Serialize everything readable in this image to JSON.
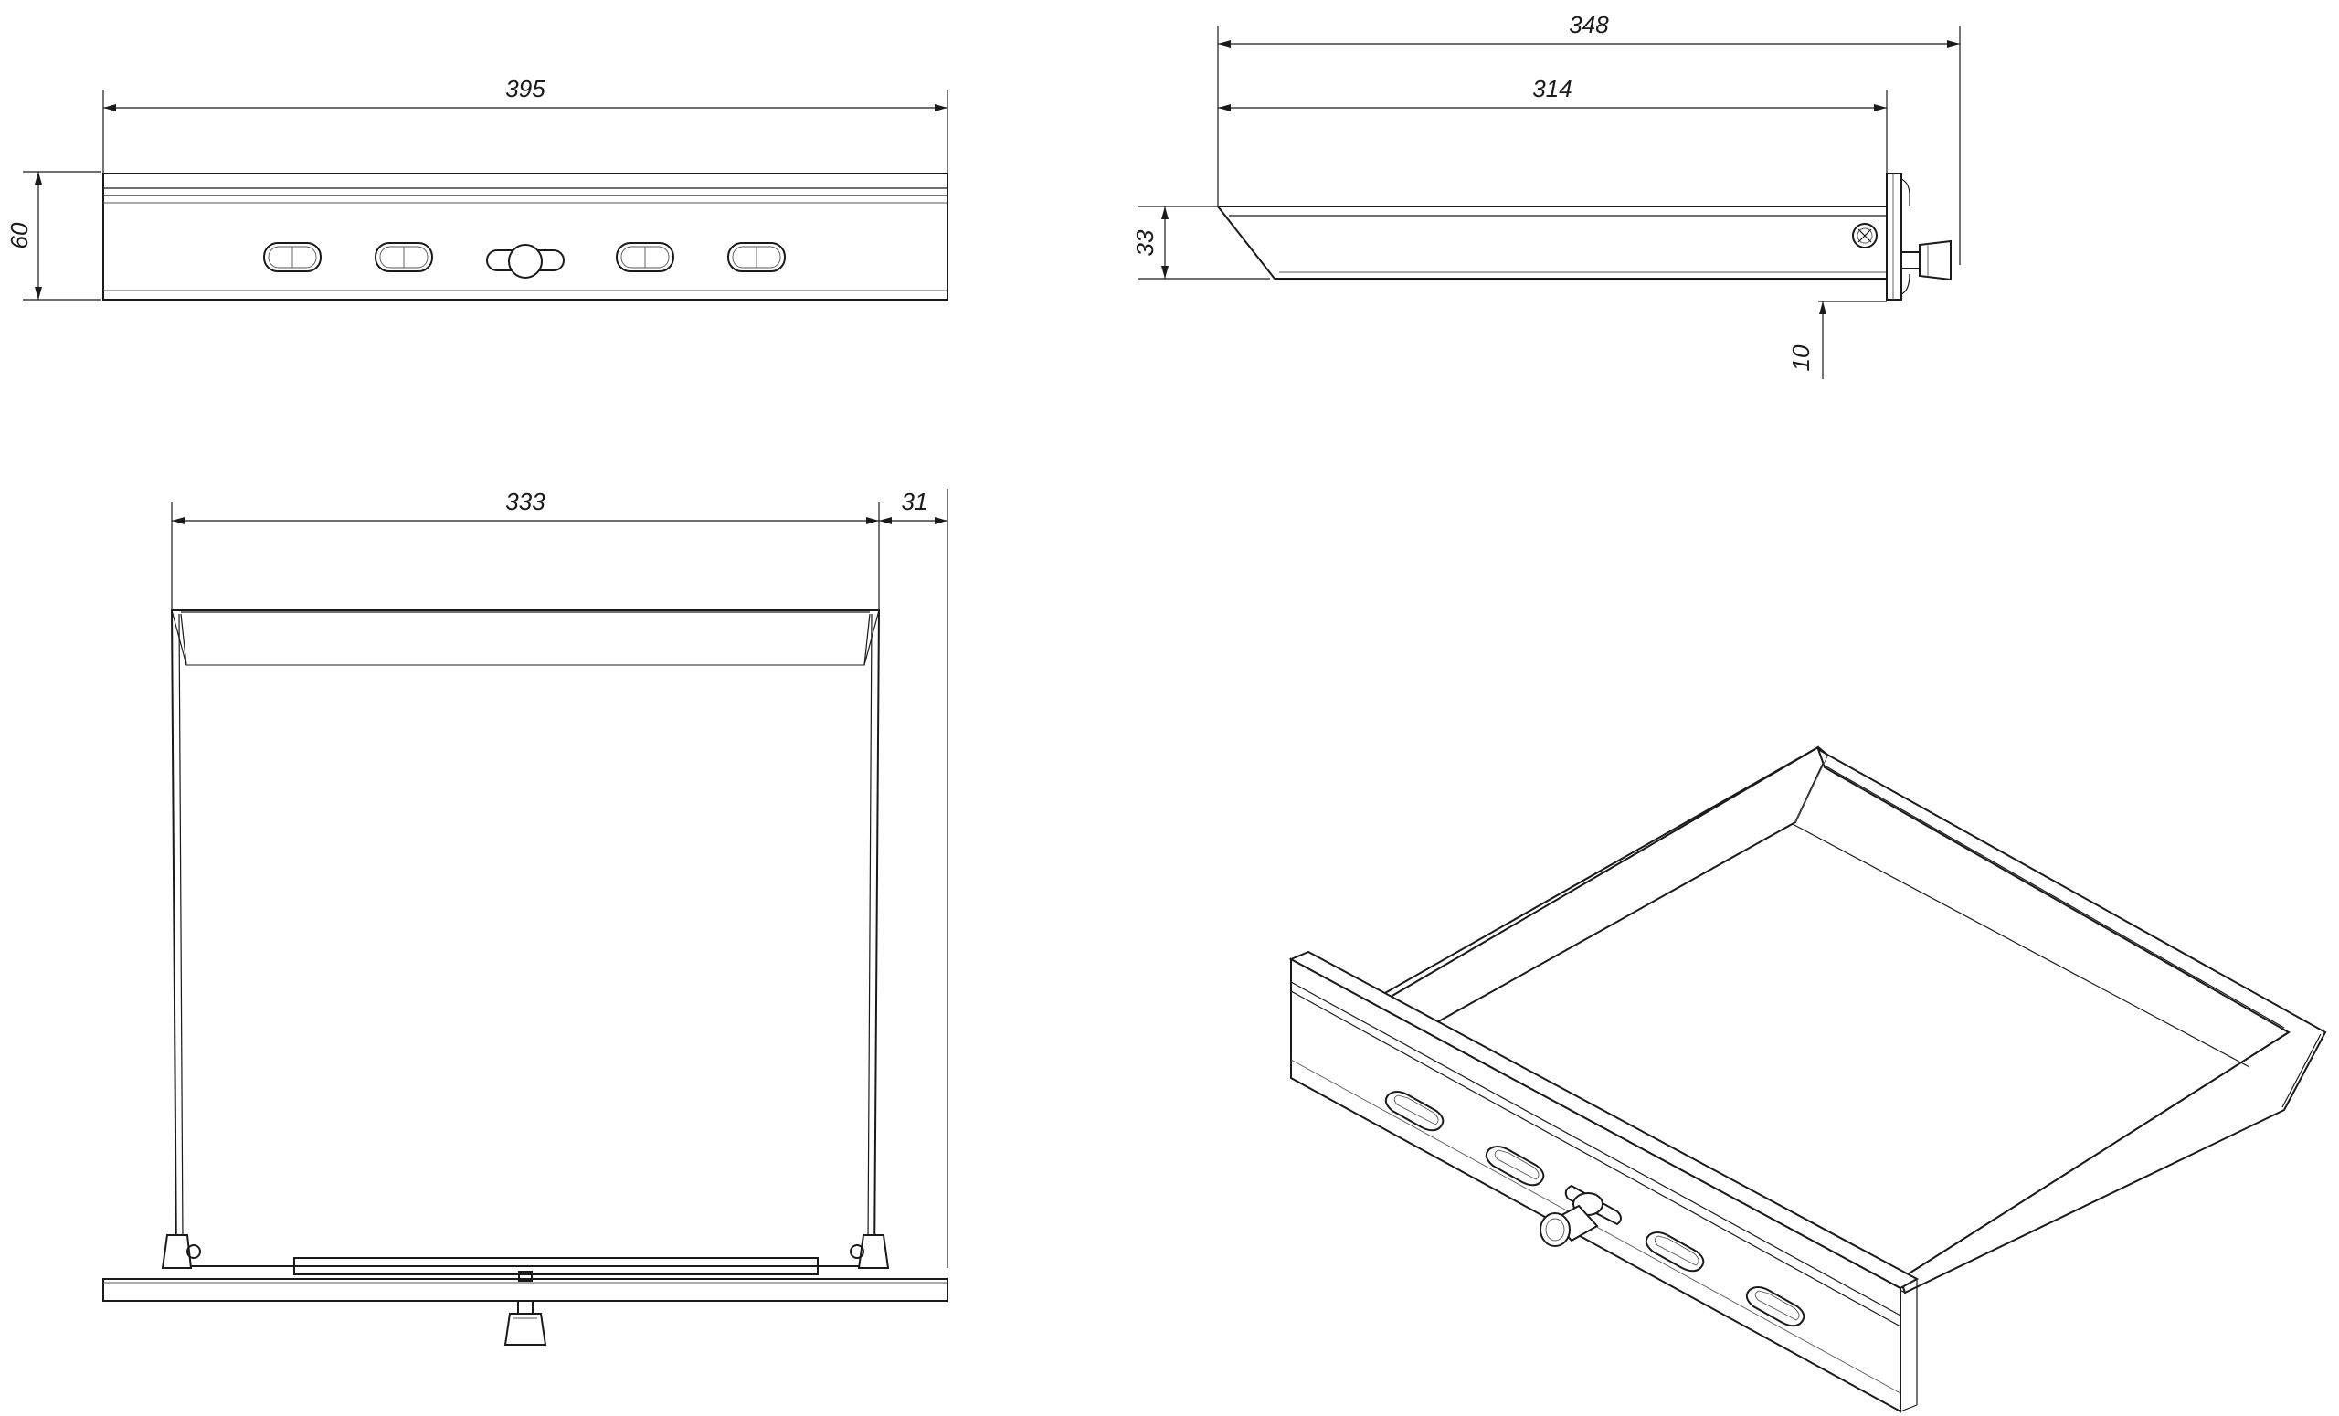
{
  "views": {
    "front": {
      "width_label": "395",
      "height_label": "60"
    },
    "side": {
      "length_label": "348",
      "inner_length_label": "314",
      "height_label": "33",
      "offset_label": "10"
    },
    "top": {
      "width_label": "333",
      "knob_label": "31"
    }
  },
  "icons": {
    "slot": "oblong-slot-icon",
    "knob": "knob-icon",
    "screw": "screw-head-icon"
  },
  "colors": {
    "line": "#1a1a1a",
    "background": "#ffffff"
  }
}
